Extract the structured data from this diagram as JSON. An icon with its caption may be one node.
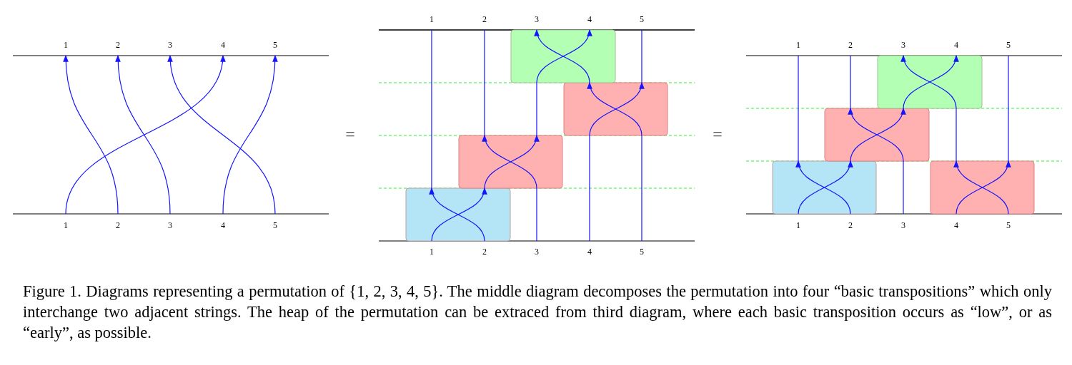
{
  "diagram": {
    "caption": "Figure 1. Diagrams representing a permutation of {1, 2, 3, 4, 5}. The middle diagram decomposes the permutation into four “basic transpositions” which only interchange two adjacent strings. The heap of the permutation can be extraced from third diagram, where each basic transposition occurs as “low”, or as “early”, as possible.",
    "labels": [
      "1",
      "2",
      "3",
      "4",
      "5",
      "1",
      "2",
      "3",
      "4",
      "5",
      "=",
      "1",
      "2",
      "3",
      "4",
      "5",
      "1",
      "2",
      "3",
      "4",
      "5",
      "=",
      "1",
      "2",
      "3",
      "4",
      "5",
      "1",
      "2",
      "3",
      "4",
      "5"
    ]
  }
}
